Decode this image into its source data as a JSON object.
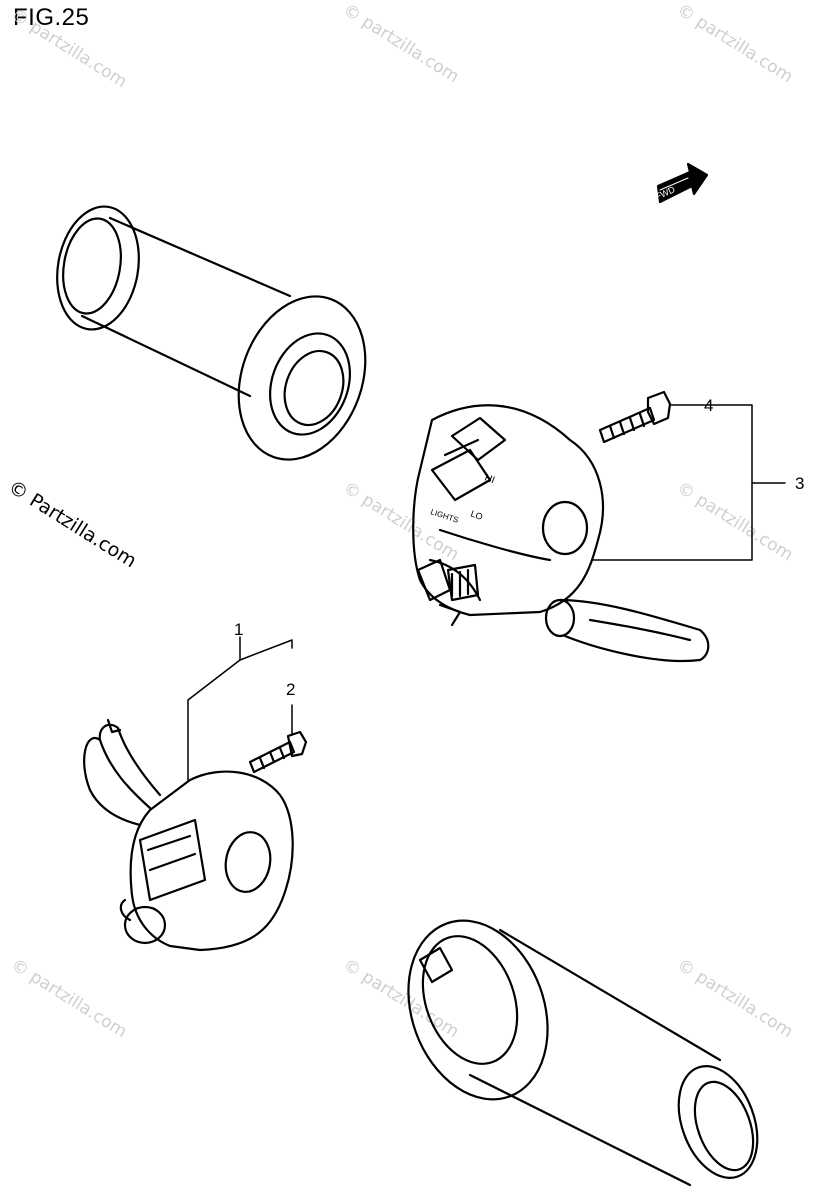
{
  "figure": {
    "title": "FIG.25"
  },
  "fwd_label": "FWD",
  "watermark": "© Partzilla.com",
  "watermark_faint": "© partzilla.com",
  "callouts": {
    "c1": "1",
    "c2": "2",
    "c3": "3",
    "c4": "4"
  },
  "switch_labels": {
    "hi": "HI",
    "lo": "LO",
    "lights": "LIGHTS"
  }
}
